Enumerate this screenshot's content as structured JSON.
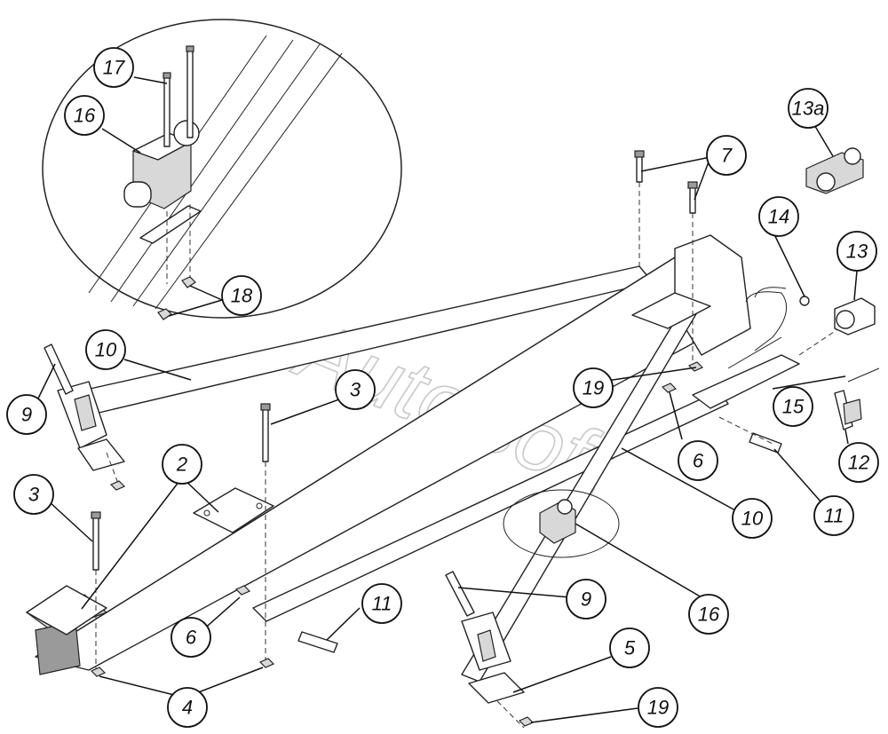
{
  "watermark": "AutoSoft",
  "callouts": [
    "17",
    "16",
    "18",
    "3",
    "10",
    "9",
    "2",
    "3",
    "13a",
    "7",
    "14",
    "13",
    "19",
    "6",
    "15",
    "12",
    "10",
    "11",
    "16",
    "9",
    "11",
    "6",
    "5",
    "4",
    "19"
  ]
}
